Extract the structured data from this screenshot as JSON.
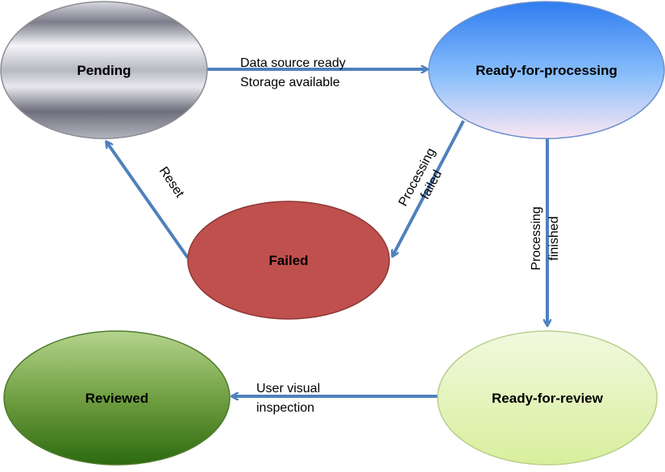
{
  "diagram": {
    "nodes": {
      "pending": {
        "label": "Pending"
      },
      "ready_for_processing": {
        "label": "Ready-for-processing"
      },
      "failed": {
        "label": "Failed"
      },
      "reviewed": {
        "label": "Reviewed"
      },
      "ready_for_review": {
        "label": "Ready-for-review"
      }
    },
    "edges": {
      "pending_to_ready": {
        "line1": "Data source ready",
        "line2": "Storage available"
      },
      "ready_to_failed": {
        "line1": "Processing",
        "line2": "failed"
      },
      "failed_to_pending": {
        "line1": "Reset"
      },
      "ready_to_review": {
        "line1": "Processing",
        "line2": "finished"
      },
      "review_to_reviewed": {
        "line1": "User visual",
        "line2": "inspection"
      }
    },
    "colors": {
      "arrow": "#4F81BD",
      "failed_fill": "#C0504D"
    }
  }
}
